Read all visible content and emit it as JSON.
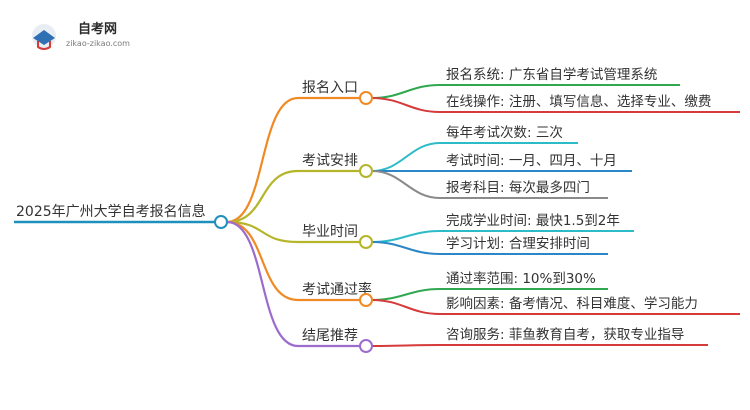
{
  "logo": {
    "name": "自考网",
    "domain": "zikao-zikao.com"
  },
  "root": "2025年广州大学自考报名信息",
  "colors": {
    "root": "#1f8fbd",
    "green": "#2fa84f",
    "red": "#d63a3a",
    "orange": "#f08a24",
    "olive": "#b5b52a",
    "cyan": "#2bbcc8",
    "blue": "#2a86c6",
    "gray": "#8a8a8a",
    "purple": "#9b6ccc"
  },
  "branches": [
    {
      "label": "报名入口",
      "color": "orange",
      "children": [
        {
          "label": "报名系统: 广东省自学考试管理系统",
          "color": "green"
        },
        {
          "label": "在线操作: 注册、填写信息、选择专业、缴费",
          "color": "red"
        }
      ]
    },
    {
      "label": "考试安排",
      "color": "olive",
      "children": [
        {
          "label": "每年考试次数: 三次",
          "color": "cyan"
        },
        {
          "label": "考试时间: 一月、四月、十月",
          "color": "blue"
        },
        {
          "label": "报考科目: 每次最多四门",
          "color": "gray"
        }
      ]
    },
    {
      "label": "毕业时间",
      "color": "olive",
      "children": [
        {
          "label": "完成学业时间: 最快1.5到2年",
          "color": "cyan"
        },
        {
          "label": "学习计划: 合理安排时间",
          "color": "blue"
        }
      ]
    },
    {
      "label": "考试通过率",
      "color": "orange",
      "children": [
        {
          "label": "通过率范围: 10%到30%",
          "color": "green"
        },
        {
          "label": "影响因素: 备考情况、科目难度、学习能力",
          "color": "red"
        }
      ]
    },
    {
      "label": "结尾推荐",
      "color": "purple",
      "children": [
        {
          "label": "咨询服务: 菲鱼教育自考，获取专业指导",
          "color": "red"
        }
      ]
    }
  ]
}
